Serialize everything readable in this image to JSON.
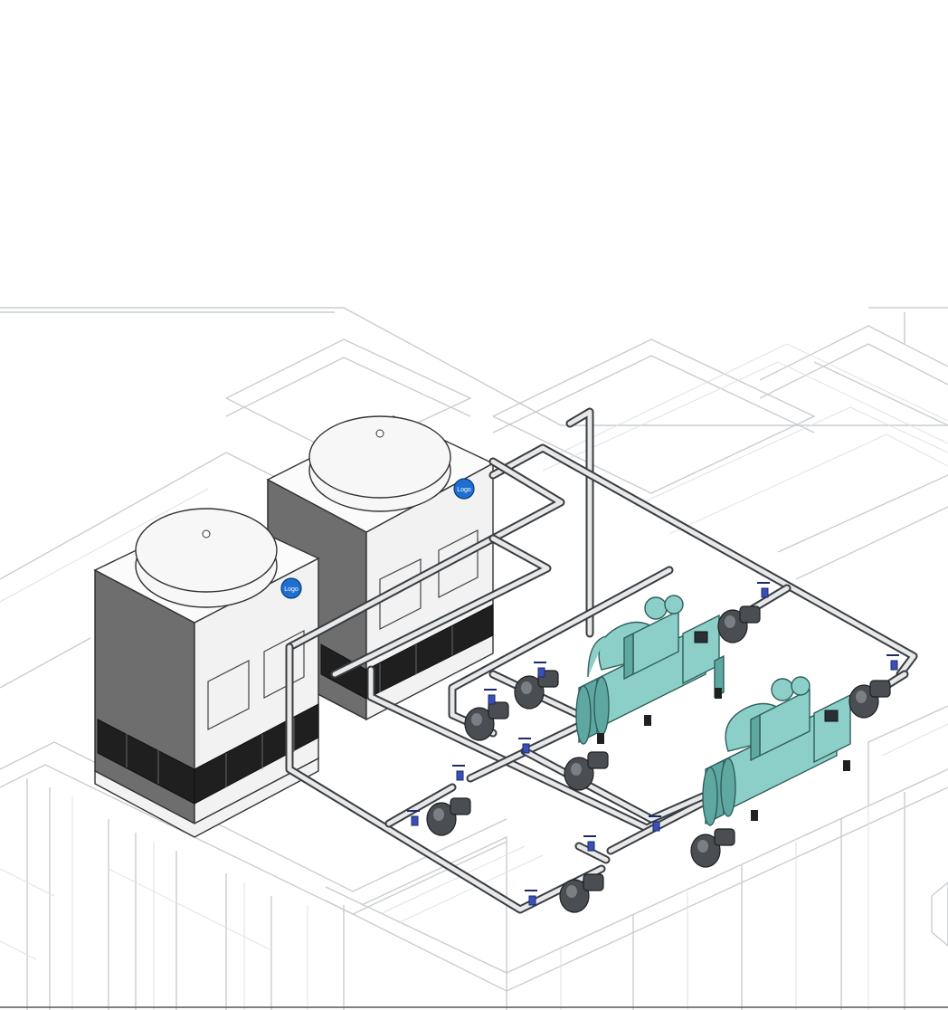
{
  "drawing": {
    "view": "isometric",
    "equipment": {
      "cooling_towers": 2,
      "chillers": 2,
      "pumps": 8
    },
    "colors": {
      "background": "#ffffff",
      "building_lines": "#c9cdd0",
      "pipe": "#3a3d40",
      "chiller": "#8ccfc8",
      "valve": "#3b4fb8",
      "tower_logo": "#1f6fd1"
    },
    "icons": [
      "cooling-tower-icon",
      "chiller-icon",
      "pump-icon",
      "valve-icon"
    ],
    "tower_logo_text": "Logo"
  }
}
